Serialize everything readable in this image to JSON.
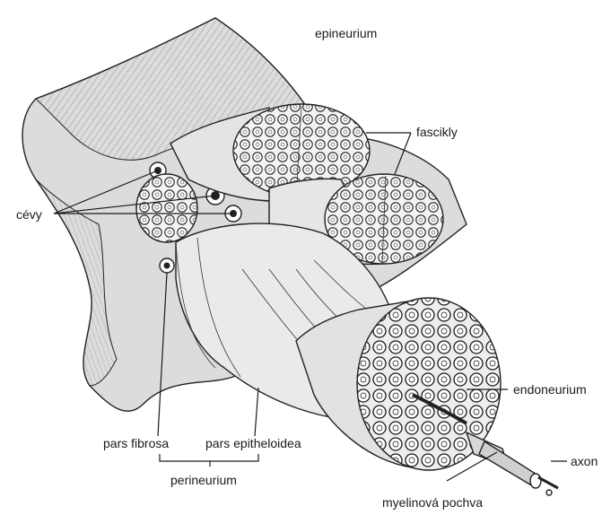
{
  "labels": {
    "epineurium": "epineurium",
    "fascikly": "fascikly",
    "cevy": "cévy",
    "endoneurium": "endoneurium",
    "axon": "axon",
    "pars_fibrosa": "pars fibrosa",
    "pars_epitheloidea": "pars epitheloidea",
    "perineurium": "perineurium",
    "myelinova_pochva": "myelinová pochva"
  }
}
